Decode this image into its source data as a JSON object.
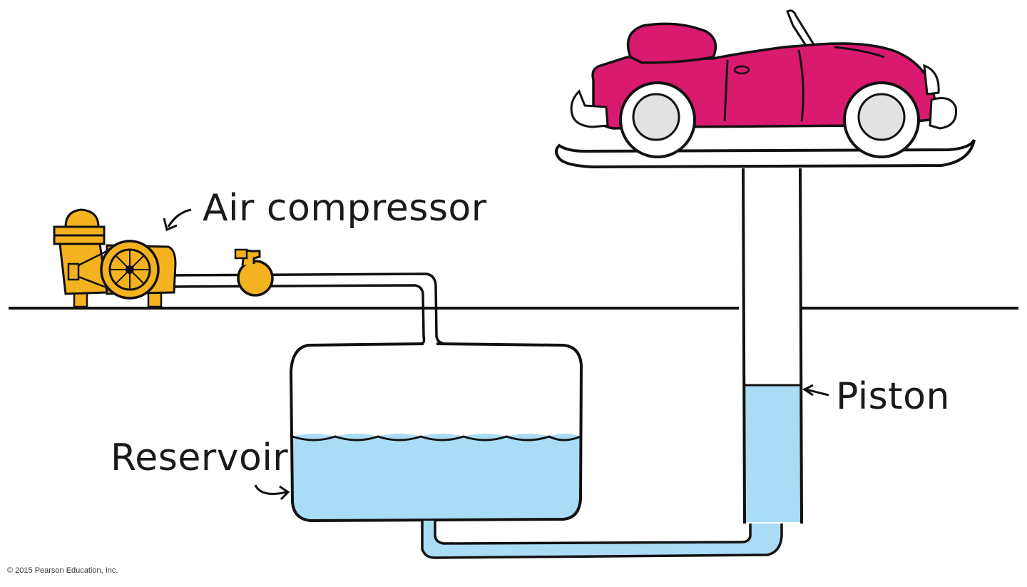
{
  "labels": {
    "air_compressor": "Air compressor",
    "piston": "Piston",
    "reservoir": "Reservoir"
  },
  "copyright": "© 2015 Pearson Education, Inc.",
  "colors": {
    "car": "#d91a6e",
    "compressor": "#f5b21f",
    "liquid": "#aadcf5",
    "outline": "#111111"
  }
}
